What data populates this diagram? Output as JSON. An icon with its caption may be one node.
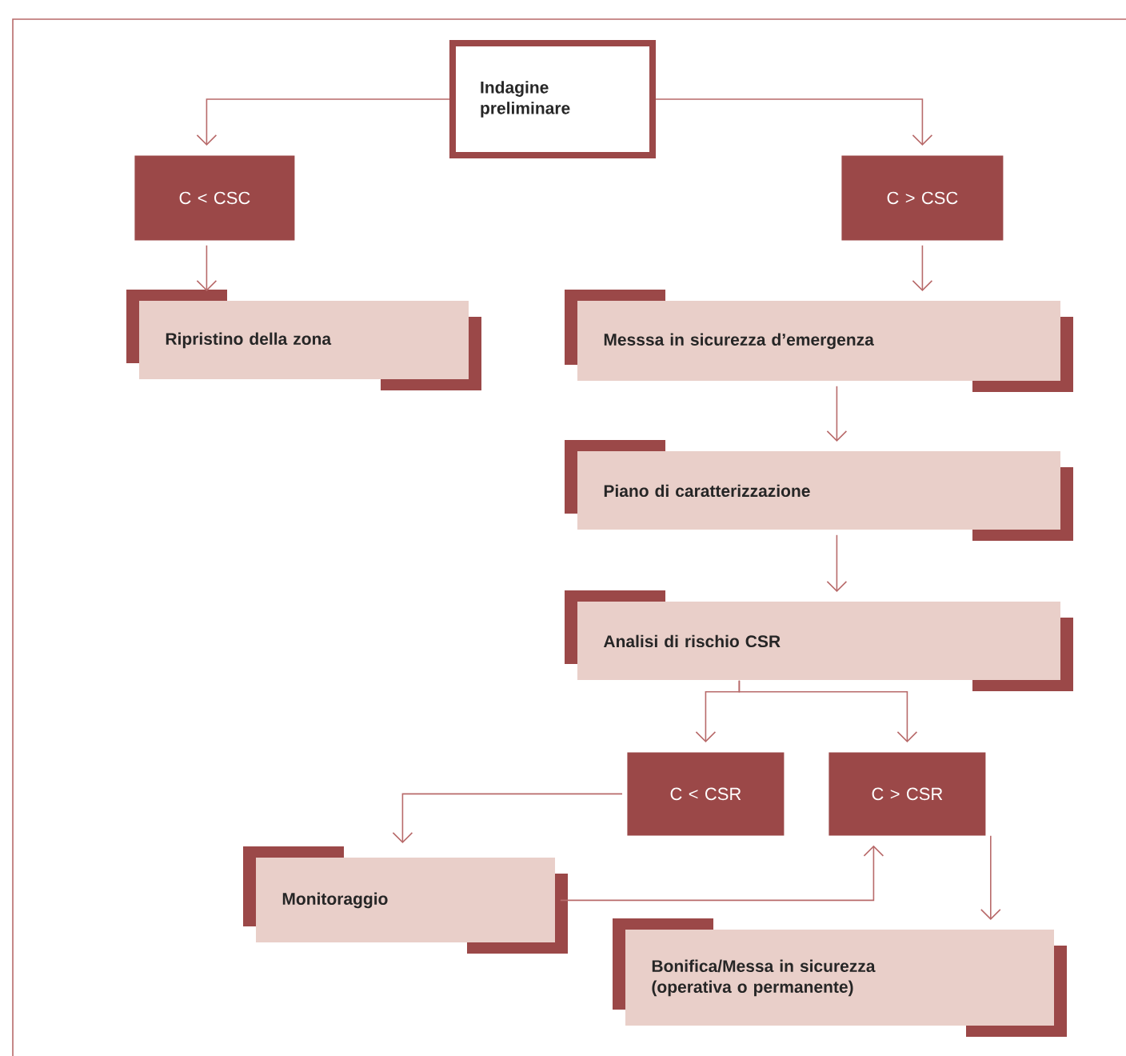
{
  "diagram": {
    "nodes": [
      {
        "text": [
          "Indagine preliminare"
        ]
      },
      {
        "text": [
          "C < CSC"
        ]
      },
      {
        "text": [
          "C > CSC"
        ]
      },
      {
        "text": [
          "Ripristino della zona"
        ]
      },
      {
        "text": [
          "Messsa in sicurezza d’emergenza"
        ]
      },
      {
        "text": [
          "Piano di caratterizzazione"
        ]
      },
      {
        "text": [
          "Analisi di rischio CSR"
        ]
      },
      {
        "text": [
          "C < CSR"
        ]
      },
      {
        "text": [
          "C > CSR"
        ]
      },
      {
        "text": [
          "Monitoraggio"
        ]
      },
      {
        "text": [
          "Bonifica/Messa in sicurezza (operativa o permanente)"
        ]
      }
    ],
    "edges": [
      {
        "from": 0,
        "to": 1,
        "arrow": "to"
      },
      {
        "from": 0,
        "to": 2,
        "arrow": "to"
      },
      {
        "from": 1,
        "to": 3,
        "arrow": "to"
      },
      {
        "from": 2,
        "to": 4,
        "arrow": "to"
      },
      {
        "from": 4,
        "to": 5,
        "arrow": "to"
      },
      {
        "from": 5,
        "to": 6,
        "arrow": "to"
      },
      {
        "from": 6,
        "to": 7,
        "arrow": "to"
      },
      {
        "from": 6,
        "to": 8,
        "arrow": "to"
      },
      {
        "from": 7,
        "to": 9,
        "arrow": "to"
      },
      {
        "from": 9,
        "to": 8,
        "arrow": "to"
      },
      {
        "from": 8,
        "to": 10,
        "arrow": "to"
      }
    ]
  }
}
